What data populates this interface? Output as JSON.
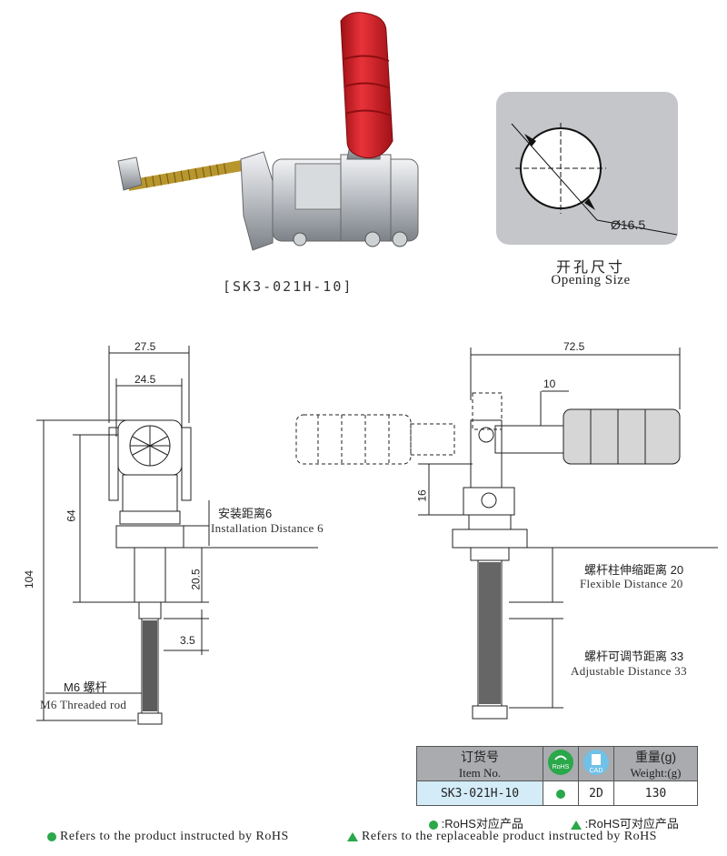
{
  "product": {
    "model_caption": "[SK3-021H-10]"
  },
  "opening": {
    "title_zh": "开孔尺寸",
    "title_en": "Opening Size",
    "diameter": "Ø16.5"
  },
  "front_view": {
    "width_outer": "27.5",
    "width_inner": "24.5",
    "height_64": "64",
    "height_104": "104",
    "dim_20_5": "20.5",
    "dim_3_5": "3.5",
    "install_zh": "安装距离6",
    "install_en": "Installation Distance 6",
    "rod_zh": "M6 螺杆",
    "rod_en": "M6 Threaded rod"
  },
  "side_view": {
    "width_72_5": "72.5",
    "dim_10": "10",
    "dim_16": "16",
    "flex_zh": "螺杆柱伸缩距离 20",
    "flex_en": "Flexible Distance 20",
    "adj_zh": "螺杆可调节距离 33",
    "adj_en": "Adjustable Distance 33"
  },
  "order_table": {
    "header_item_zh": "订货号",
    "header_item_en": "Item No.",
    "rohs_badge": "RoHS",
    "cad_badge": "CAD",
    "header_weight_zh": "重量(g)",
    "header_weight_en": "Weight:(g)",
    "item_no": "SK3-021H-10",
    "cad_value": "2D",
    "weight": "130"
  },
  "legend": {
    "rohs_zh": ":RoHS对应产品",
    "replace_zh": ":RoHS可对应产品",
    "rohs_en": "Refers to the product instructed by RoHS",
    "replace_en": "Refers to the replaceable product instructed by RoHS"
  },
  "colors": {
    "handle_red": "#d81f26",
    "steel": "#c9ccd0",
    "rohs_green": "#2aa84a",
    "panel_gray": "#c4c6c9",
    "item_blue": "#d4ecf8"
  }
}
